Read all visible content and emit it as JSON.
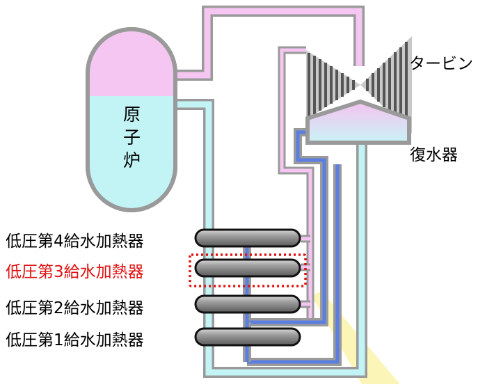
{
  "reactor": {
    "chars": [
      "原",
      "子",
      "炉"
    ]
  },
  "labels": {
    "turbine": "タービン",
    "condenser": "復水器"
  },
  "heaters": [
    {
      "label": "低圧第4給水加熱器",
      "highlighted": false
    },
    {
      "label": "低圧第3給水加熱器",
      "highlighted": true
    },
    {
      "label": "低圧第2給水加熱器",
      "highlighted": false
    },
    {
      "label": "低圧第1給水加熱器",
      "highlighted": false
    }
  ],
  "colors": {
    "steam": "#f5c6f2",
    "water": "#c2f4f6",
    "cold_water": "#5a7fe0",
    "pipe_outline": "#9a9a9a",
    "highlight": "#e01010",
    "callout": "#fbf6b8"
  }
}
